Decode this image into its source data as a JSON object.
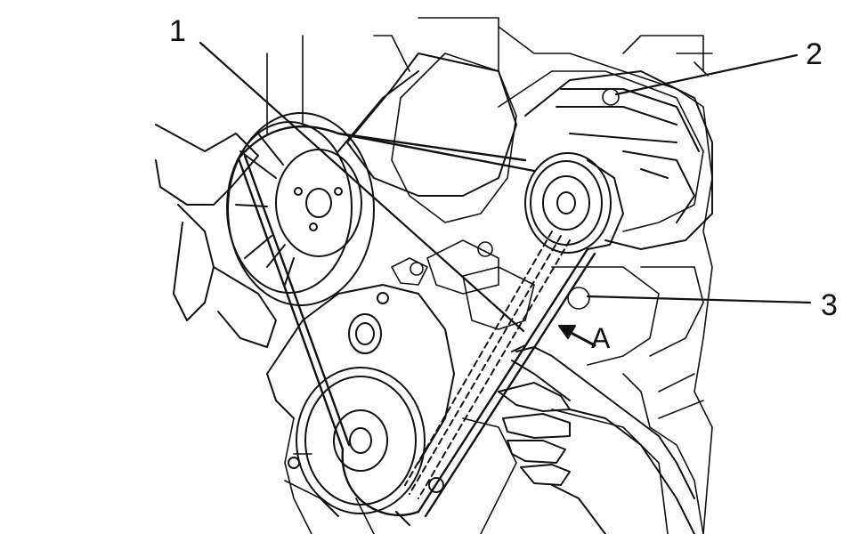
{
  "callouts": {
    "one": "1",
    "two": "2",
    "three": "3",
    "a": "A"
  },
  "colors": {
    "ink": "#111111",
    "background": "#ffffff"
  },
  "icons": {
    "hand": "hand-icon",
    "belt": "drive-belt-icon"
  }
}
